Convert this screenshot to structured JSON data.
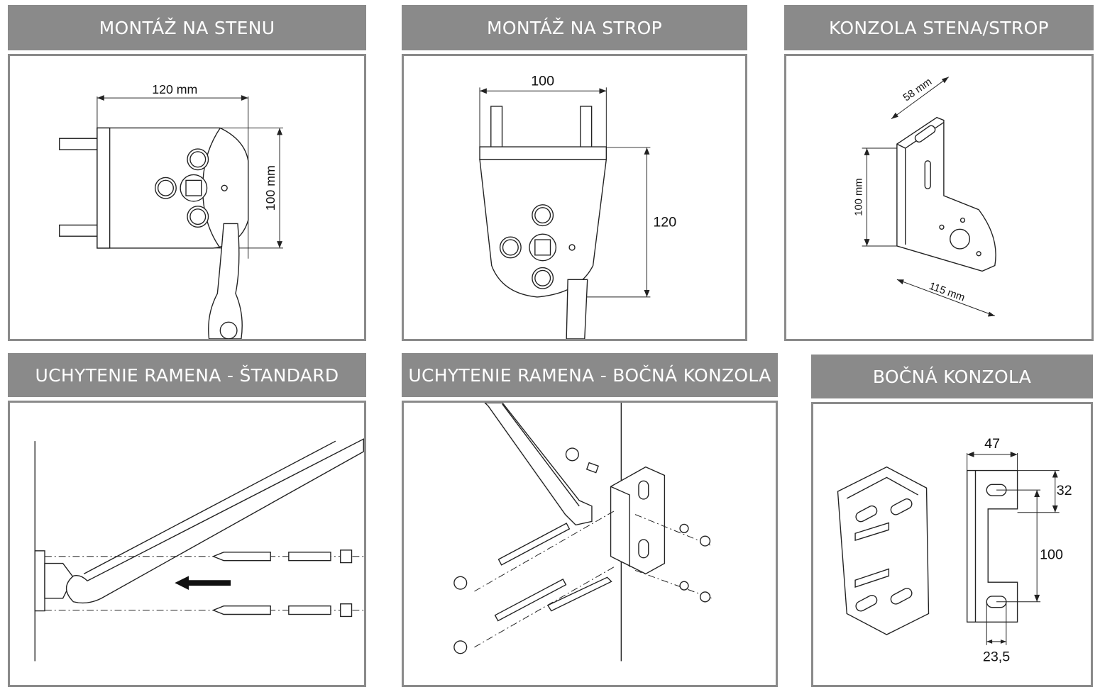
{
  "panels": [
    {
      "title": "MONTÁŽ NA STENU",
      "dims": [
        "120 mm",
        "100 mm"
      ]
    },
    {
      "title": "MONTÁŽ NA STROP",
      "dims": [
        "100",
        "120"
      ]
    },
    {
      "title": "KONZOLA STENA/STROP",
      "dims": [
        "58 mm",
        "100 mm",
        "115 mm"
      ]
    },
    {
      "title": "UCHYTENIE RAMENA - ŠTANDARD"
    },
    {
      "title": "UCHYTENIE RAMENA - BOČNÁ KONZOLA"
    },
    {
      "title": "BOČNÁ KONZOLA",
      "dims": [
        "47",
        "32",
        "100",
        "23,5"
      ]
    }
  ],
  "colors": {
    "header_bg": "#8a8a8a",
    "header_text": "#ffffff",
    "line": "#222222"
  }
}
